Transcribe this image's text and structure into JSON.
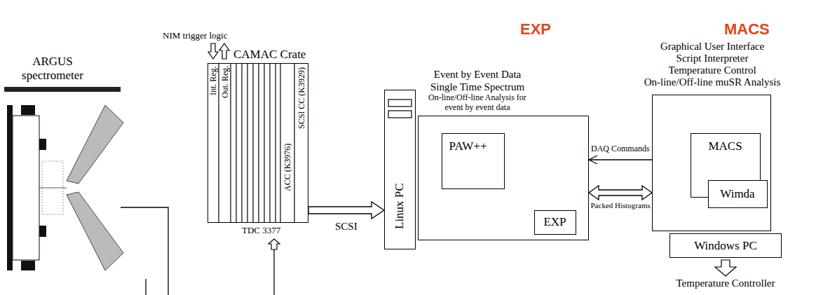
{
  "diagram": {
    "nodes": [
      {
        "text": [
          "CAMAC Crate"
        ]
      },
      {
        "text": [
          "Linux PC"
        ]
      },
      {
        "text": [
          "Event by Event Data",
          "Single Time Spectrum",
          "On-line/Off-line Analysis for event by event data"
        ]
      },
      {
        "text": [
          "PAW++"
        ],
        "in": 2
      },
      {
        "text": [
          "EXP"
        ],
        "in": 2
      },
      {
        "text": [
          "Graphical User Interface",
          "Script Interpreter",
          "Temperature Control",
          "On-line/Off-line muSR Analysis"
        ]
      },
      {
        "text": [
          "MACS"
        ],
        "in": 5
      },
      {
        "text": [
          "Wimda"
        ],
        "in": 5
      },
      {
        "text": [
          "Windows PC"
        ]
      }
    ],
    "edges": [
      {
        "from": 0,
        "to": 1,
        "arrow": "to",
        "label": "SCSI"
      },
      {
        "from": 5,
        "to": 2,
        "arrow": "to",
        "label": "DAQ Commands"
      },
      {
        "from": 2,
        "to": 5,
        "arrow": "both",
        "label": "Packed Histograms"
      }
    ],
    "labels": [
      "EXP",
      "MACS",
      "ARGUS spectrometer",
      "NIM trigger logic",
      "Int. Reg.",
      "Out. Reg.",
      "ACC (K3976)",
      "SCSI CC (K3929)",
      "TDC 3377",
      "Temperature Controller"
    ]
  }
}
